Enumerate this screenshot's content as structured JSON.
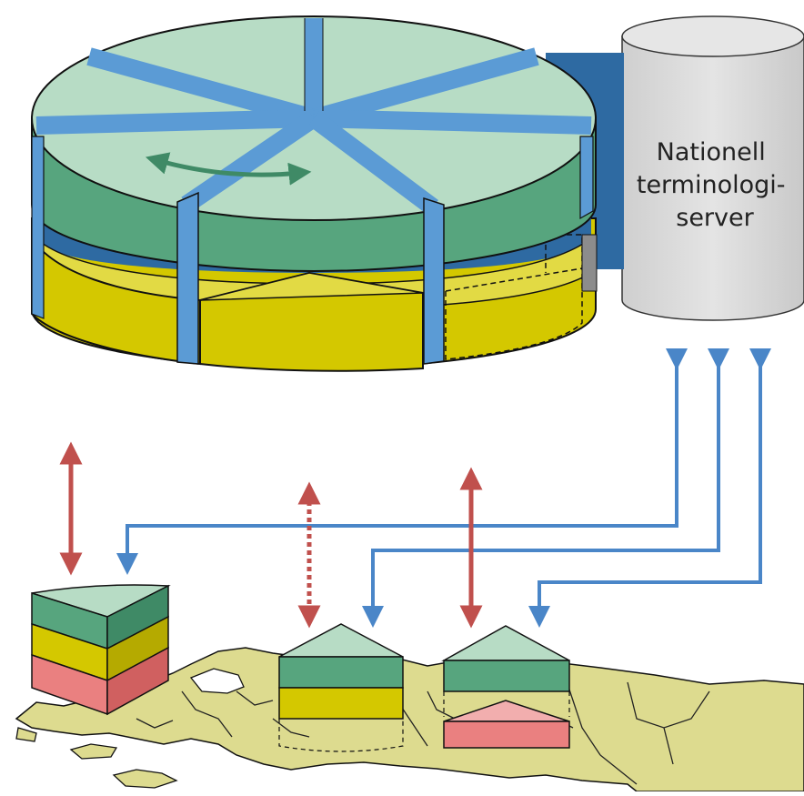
{
  "server": {
    "label_lines": [
      "Nationell",
      "terminologi-",
      "server"
    ]
  },
  "colors": {
    "mint": "#b7dcc5",
    "green": "#57a57e",
    "green_dark": "#3f8a66",
    "yellow": "#d4c800",
    "yellow_light": "#e2da44",
    "pink": "#ea8080",
    "pink_light": "#f2aeae",
    "blue": "#5b9bd5",
    "blue_dark": "#2e6aa2",
    "red": "#c0504d",
    "map_fill": "#dddb8f",
    "server_fill": "#d6d6d6"
  }
}
